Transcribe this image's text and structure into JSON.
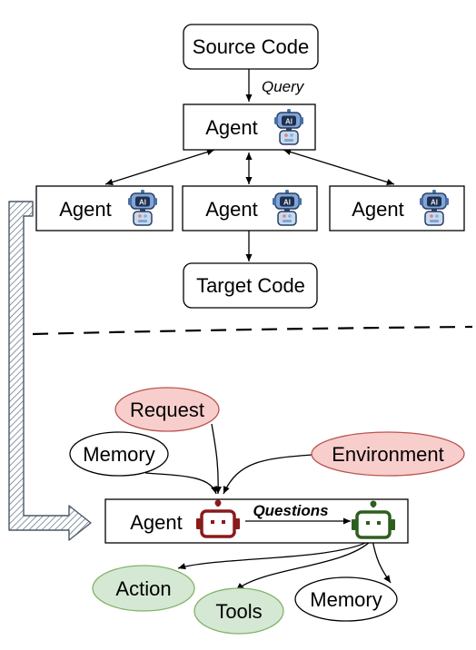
{
  "top": {
    "source_code": "Source Code",
    "query_label": "Query",
    "main_agent": "Agent",
    "agents": [
      "Agent",
      "Agent",
      "Agent"
    ],
    "target_code": "Target Code",
    "robot_icon_text": "AI"
  },
  "bottom": {
    "request": "Request",
    "memory_input": "Memory",
    "environment": "Environment",
    "agent_label": "Agent",
    "questions_label": "Questions",
    "action": "Action",
    "tools": "Tools",
    "memory_output": "Memory"
  },
  "colors": {
    "red_fill": "#f8cecc",
    "red_stroke": "#b85450",
    "green_fill": "#d5e8d4",
    "green_stroke": "#82b366",
    "robot_dark_red": "#8b1a1a",
    "robot_green": "#2e5e1e",
    "hatch_arrow": "#5a6b7d"
  },
  "icons": [
    "robot-ai-icon",
    "robot-red-icon",
    "robot-green-icon"
  ]
}
